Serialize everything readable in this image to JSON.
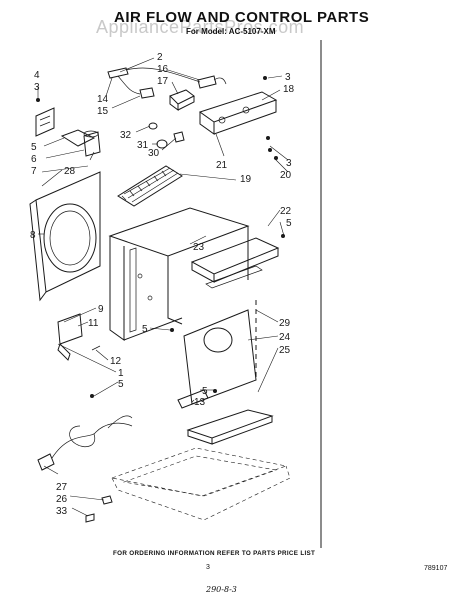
{
  "header": {
    "title": "AIR FLOW AND CONTROL PARTS",
    "model_label": "For Model: AC-5107-XM",
    "watermark": "AppliancePartsPros.com"
  },
  "callouts": [
    {
      "id": "n2",
      "text": "2"
    },
    {
      "id": "n16",
      "text": "16"
    },
    {
      "id": "n17",
      "text": "17"
    },
    {
      "id": "n3a",
      "text": "3"
    },
    {
      "id": "n18",
      "text": "18"
    },
    {
      "id": "n4",
      "text": "4"
    },
    {
      "id": "n3b",
      "text": "3"
    },
    {
      "id": "n14",
      "text": "14"
    },
    {
      "id": "n15",
      "text": "15"
    },
    {
      "id": "n32",
      "text": "32"
    },
    {
      "id": "n31",
      "text": "31"
    },
    {
      "id": "n30",
      "text": "30"
    },
    {
      "id": "n5a",
      "text": "5"
    },
    {
      "id": "n6",
      "text": "6"
    },
    {
      "id": "n7",
      "text": "7"
    },
    {
      "id": "n28",
      "text": "28"
    },
    {
      "id": "n21",
      "text": "21"
    },
    {
      "id": "n3c",
      "text": "3"
    },
    {
      "id": "n20",
      "text": "20"
    },
    {
      "id": "n19",
      "text": "19"
    },
    {
      "id": "n22",
      "text": "22"
    },
    {
      "id": "n5b",
      "text": "5"
    },
    {
      "id": "n8",
      "text": "8"
    },
    {
      "id": "n23",
      "text": "23"
    },
    {
      "id": "n9",
      "text": "9"
    },
    {
      "id": "n11",
      "text": "11"
    },
    {
      "id": "n5c",
      "text": "5"
    },
    {
      "id": "n29",
      "text": "29"
    },
    {
      "id": "n24",
      "text": "24"
    },
    {
      "id": "n25",
      "text": "25"
    },
    {
      "id": "n12",
      "text": "12"
    },
    {
      "id": "n1",
      "text": "1"
    },
    {
      "id": "n5d",
      "text": "5"
    },
    {
      "id": "n5e",
      "text": "5"
    },
    {
      "id": "n13",
      "text": "13"
    },
    {
      "id": "n27",
      "text": "27"
    },
    {
      "id": "n26",
      "text": "26"
    },
    {
      "id": "n33",
      "text": "33"
    }
  ],
  "footer": {
    "ordering_note": "FOR ORDERING INFORMATION REFER TO PARTS PRICE LIST",
    "page_number": "3",
    "doc_code": "789107",
    "handwritten": "290-8-3"
  }
}
